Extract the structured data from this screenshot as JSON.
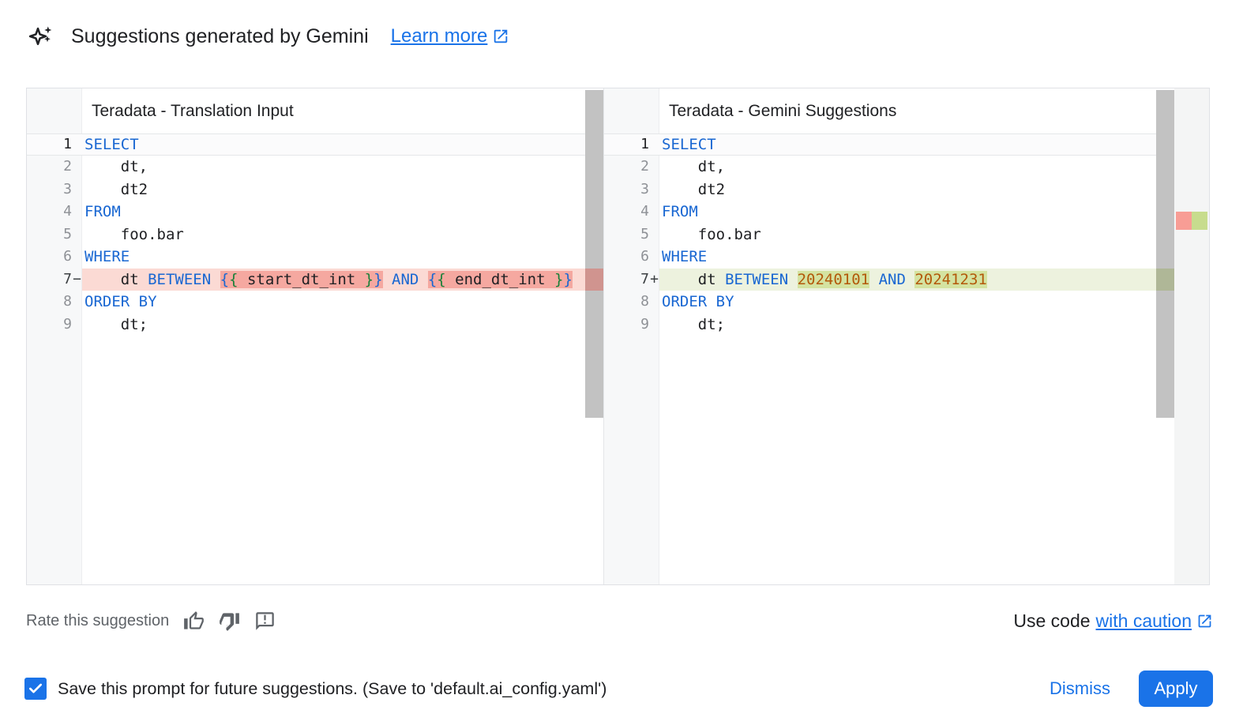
{
  "header": {
    "title": "Suggestions generated by Gemini",
    "learn_more": "Learn more"
  },
  "panels": [
    {
      "title": "Teradata - Translation Input",
      "lines": [
        {
          "num": "1",
          "type": "active",
          "tokens": [
            {
              "c": "kw",
              "t": "SELECT"
            }
          ]
        },
        {
          "num": "2",
          "tokens": [
            {
              "c": "pl",
              "t": "    dt,"
            }
          ]
        },
        {
          "num": "3",
          "tokens": [
            {
              "c": "pl",
              "t": "    dt2"
            }
          ]
        },
        {
          "num": "4",
          "tokens": [
            {
              "c": "kw",
              "t": "FROM"
            }
          ]
        },
        {
          "num": "5",
          "tokens": [
            {
              "c": "pl",
              "t": "    foo.bar"
            }
          ]
        },
        {
          "num": "6",
          "tokens": [
            {
              "c": "kw",
              "t": "WHERE"
            }
          ]
        },
        {
          "num": "7",
          "sign": "−",
          "type": "removed",
          "tokens": [
            {
              "c": "pl",
              "t": "    dt "
            },
            {
              "c": "kw",
              "t": "BETWEEN"
            },
            {
              "c": "pl",
              "t": " "
            },
            {
              "c": "bb",
              "t": "{",
              "m": true
            },
            {
              "c": "gb",
              "t": "{",
              "m": true
            },
            {
              "c": "pl",
              "t": " start_dt_int ",
              "m": true
            },
            {
              "c": "gb",
              "t": "}",
              "m": true
            },
            {
              "c": "bb",
              "t": "}",
              "m": true
            },
            {
              "c": "pl",
              "t": " "
            },
            {
              "c": "kw",
              "t": "AND"
            },
            {
              "c": "pl",
              "t": " "
            },
            {
              "c": "bb",
              "t": "{",
              "m": true
            },
            {
              "c": "gb",
              "t": "{",
              "m": true
            },
            {
              "c": "pl",
              "t": " end_dt_int ",
              "m": true
            },
            {
              "c": "gb",
              "t": "}",
              "m": true
            },
            {
              "c": "bb",
              "t": "}",
              "m": true
            }
          ]
        },
        {
          "num": "8",
          "tokens": [
            {
              "c": "kw",
              "t": "ORDER BY"
            }
          ]
        },
        {
          "num": "9",
          "tokens": [
            {
              "c": "pl",
              "t": "    dt;"
            }
          ]
        }
      ]
    },
    {
      "title": "Teradata - Gemini Suggestions",
      "lines": [
        {
          "num": "1",
          "type": "active",
          "tokens": [
            {
              "c": "kw",
              "t": "SELECT"
            }
          ]
        },
        {
          "num": "2",
          "tokens": [
            {
              "c": "pl",
              "t": "    dt,"
            }
          ]
        },
        {
          "num": "3",
          "tokens": [
            {
              "c": "pl",
              "t": "    dt2"
            }
          ]
        },
        {
          "num": "4",
          "tokens": [
            {
              "c": "kw",
              "t": "FROM"
            }
          ]
        },
        {
          "num": "5",
          "tokens": [
            {
              "c": "pl",
              "t": "    foo.bar"
            }
          ]
        },
        {
          "num": "6",
          "tokens": [
            {
              "c": "kw",
              "t": "WHERE"
            }
          ]
        },
        {
          "num": "7",
          "sign": "+",
          "type": "added",
          "tokens": [
            {
              "c": "pl",
              "t": "    dt "
            },
            {
              "c": "kw",
              "t": "BETWEEN"
            },
            {
              "c": "pl",
              "t": " "
            },
            {
              "c": "nm",
              "t": "20240101",
              "m": true
            },
            {
              "c": "pl",
              "t": " "
            },
            {
              "c": "kw",
              "t": "AND"
            },
            {
              "c": "pl",
              "t": " "
            },
            {
              "c": "nm",
              "t": "20241231",
              "m": true
            }
          ]
        },
        {
          "num": "8",
          "tokens": [
            {
              "c": "kw",
              "t": "ORDER BY"
            }
          ]
        },
        {
          "num": "9",
          "tokens": [
            {
              "c": "pl",
              "t": "    dt;"
            }
          ]
        }
      ]
    }
  ],
  "rate": {
    "label": "Rate this suggestion"
  },
  "use_code": {
    "prefix": "Use code",
    "link": "with caution"
  },
  "footer": {
    "save_label": "Save this prompt for future suggestions. (Save to 'default.ai_config.yaml')",
    "dismiss": "Dismiss",
    "apply": "Apply"
  },
  "icons": [
    "gemini-sparkle-icon",
    "external-link-icon",
    "thumb-up-icon",
    "thumb-down-icon",
    "feedback-icon",
    "checkbox-check-icon"
  ],
  "colors": {
    "accent": "#1a73e8",
    "code_keyword": "#1967d2",
    "code_number": "#b3590a",
    "brace_green": "#188038",
    "removed_line_bg": "#fbdad4",
    "removed_word_bg": "#f5a8a0",
    "added_line_bg": "#edf2de",
    "added_word_bg": "#d4e3a1",
    "ruler_removed": "#f89d95",
    "ruler_added": "#c7dc8e",
    "scroll_thumb": "#c2c2c2"
  }
}
